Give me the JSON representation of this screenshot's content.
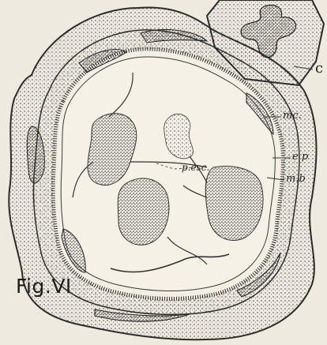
{
  "figure": {
    "caption": "Fig.VI",
    "labels": {
      "c": "c",
      "mc": "mc.",
      "ep": "e p",
      "mb": "m.b",
      "pesc": "p.esc."
    },
    "ink_color": "#2b2b2b",
    "paper_color": "#eeeadf"
  }
}
